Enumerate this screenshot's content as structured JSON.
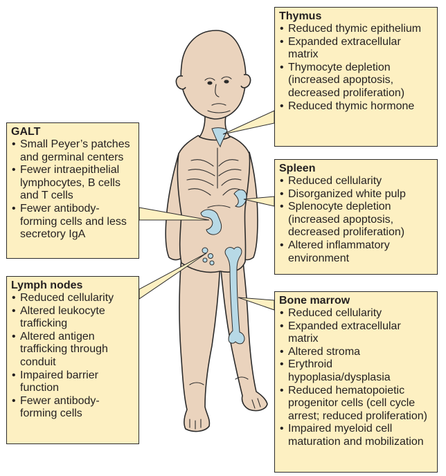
{
  "boxes": {
    "thymus": {
      "title": "Thymus",
      "items": [
        "Reduced thymic epithelium",
        "Expanded extracellular matrix",
        "Thymocyte depletion (increased apoptosis, decreased proliferation)",
        "Reduced thymic hormone"
      ]
    },
    "galt": {
      "title": "GALT",
      "items": [
        "Small Peyer’s patches and germinal centers",
        "Fewer intraepithelial lymphocytes, B cells and T cells",
        "Fewer antibody-forming cells and less secretory IgA"
      ]
    },
    "spleen": {
      "title": "Spleen",
      "items": [
        "Reduced cellularity",
        "Disorganized white pulp",
        "Splenocyte depletion (increased apoptosis, decreased proliferation)",
        "Altered inflammatory environment"
      ]
    },
    "lymph_nodes": {
      "title": "Lymph nodes",
      "items": [
        "Reduced cellularity",
        "Altered leukocyte trafficking",
        "Altered antigen trafficking through conduit",
        "Impaired barrier function",
        "Fewer antibody-forming cells"
      ]
    },
    "bone_marrow": {
      "title": "Bone marrow",
      "items": [
        "Reduced cellularity",
        "Expanded extracellular matrix",
        "Altered stroma",
        "Erythroid hypoplasia/dysplasia",
        "Reduced hematopoietic progenitor cells (cell cycle arrest; reduced proliferation)",
        "Impaired myeloid cell maturation and mobilization"
      ]
    }
  },
  "colors": {
    "skin": "#ead3bd",
    "organ": "#b7d9e6",
    "box_fill": "#fdf0c2",
    "outline": "#2b2b2b"
  }
}
